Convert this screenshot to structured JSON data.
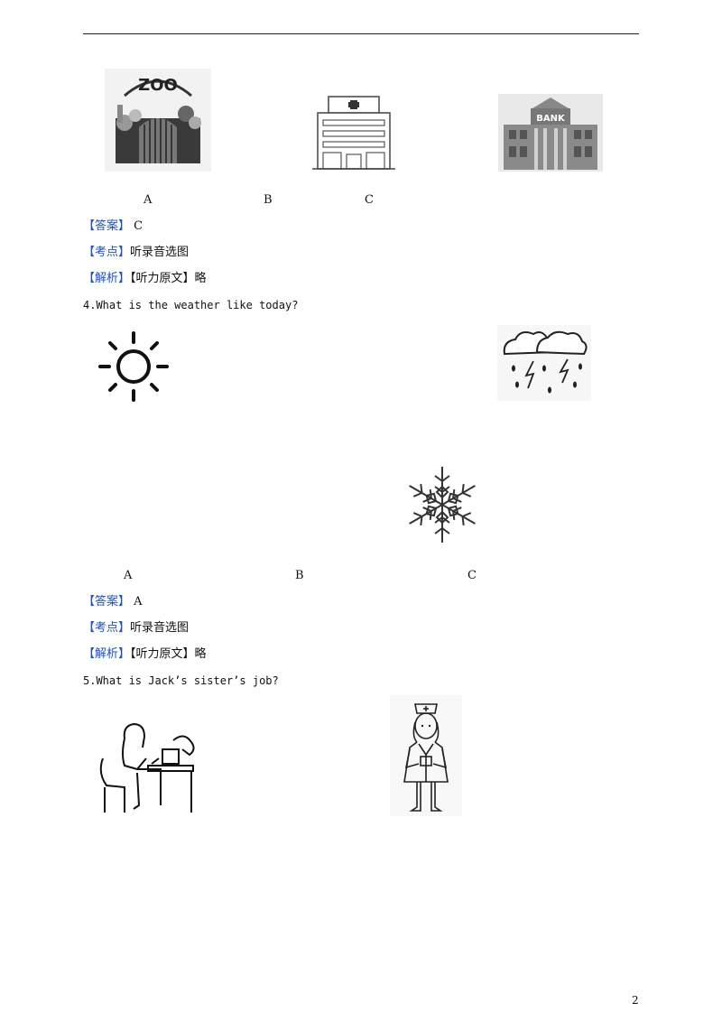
{
  "q3": {
    "options": [
      "A",
      "B",
      "C"
    ],
    "images": {
      "a": "zoo-gate-image",
      "b": "hospital-image",
      "c": "bank-image"
    },
    "zoo_sign": "ZOO",
    "bank_sign": "BANK",
    "answer_label": "【答案】",
    "answer_value": "C",
    "kaodian_label": "【考点】",
    "kaodian_value": "听录音选图",
    "jiexi_label": "【解析】",
    "jiexi_value": "【听力原文】略"
  },
  "q4": {
    "question": "4.What is the weather like today?",
    "options": [
      "A",
      "B",
      "C"
    ],
    "images": {
      "a": "sun-icon",
      "b": "storm-cloud-icon",
      "c": "snowflake-icon"
    },
    "answer_label": "【答案】",
    "answer_value": "A",
    "kaodian_label": "【考点】",
    "kaodian_value": "听录音选图",
    "jiexi_label": "【解析】",
    "jiexi_value": "【听力原文】略"
  },
  "q5": {
    "question": "5.What is Jack’s sister’s job?",
    "images": {
      "a": "office-worker-image",
      "b": "nurse-image"
    }
  },
  "page_number": "2"
}
